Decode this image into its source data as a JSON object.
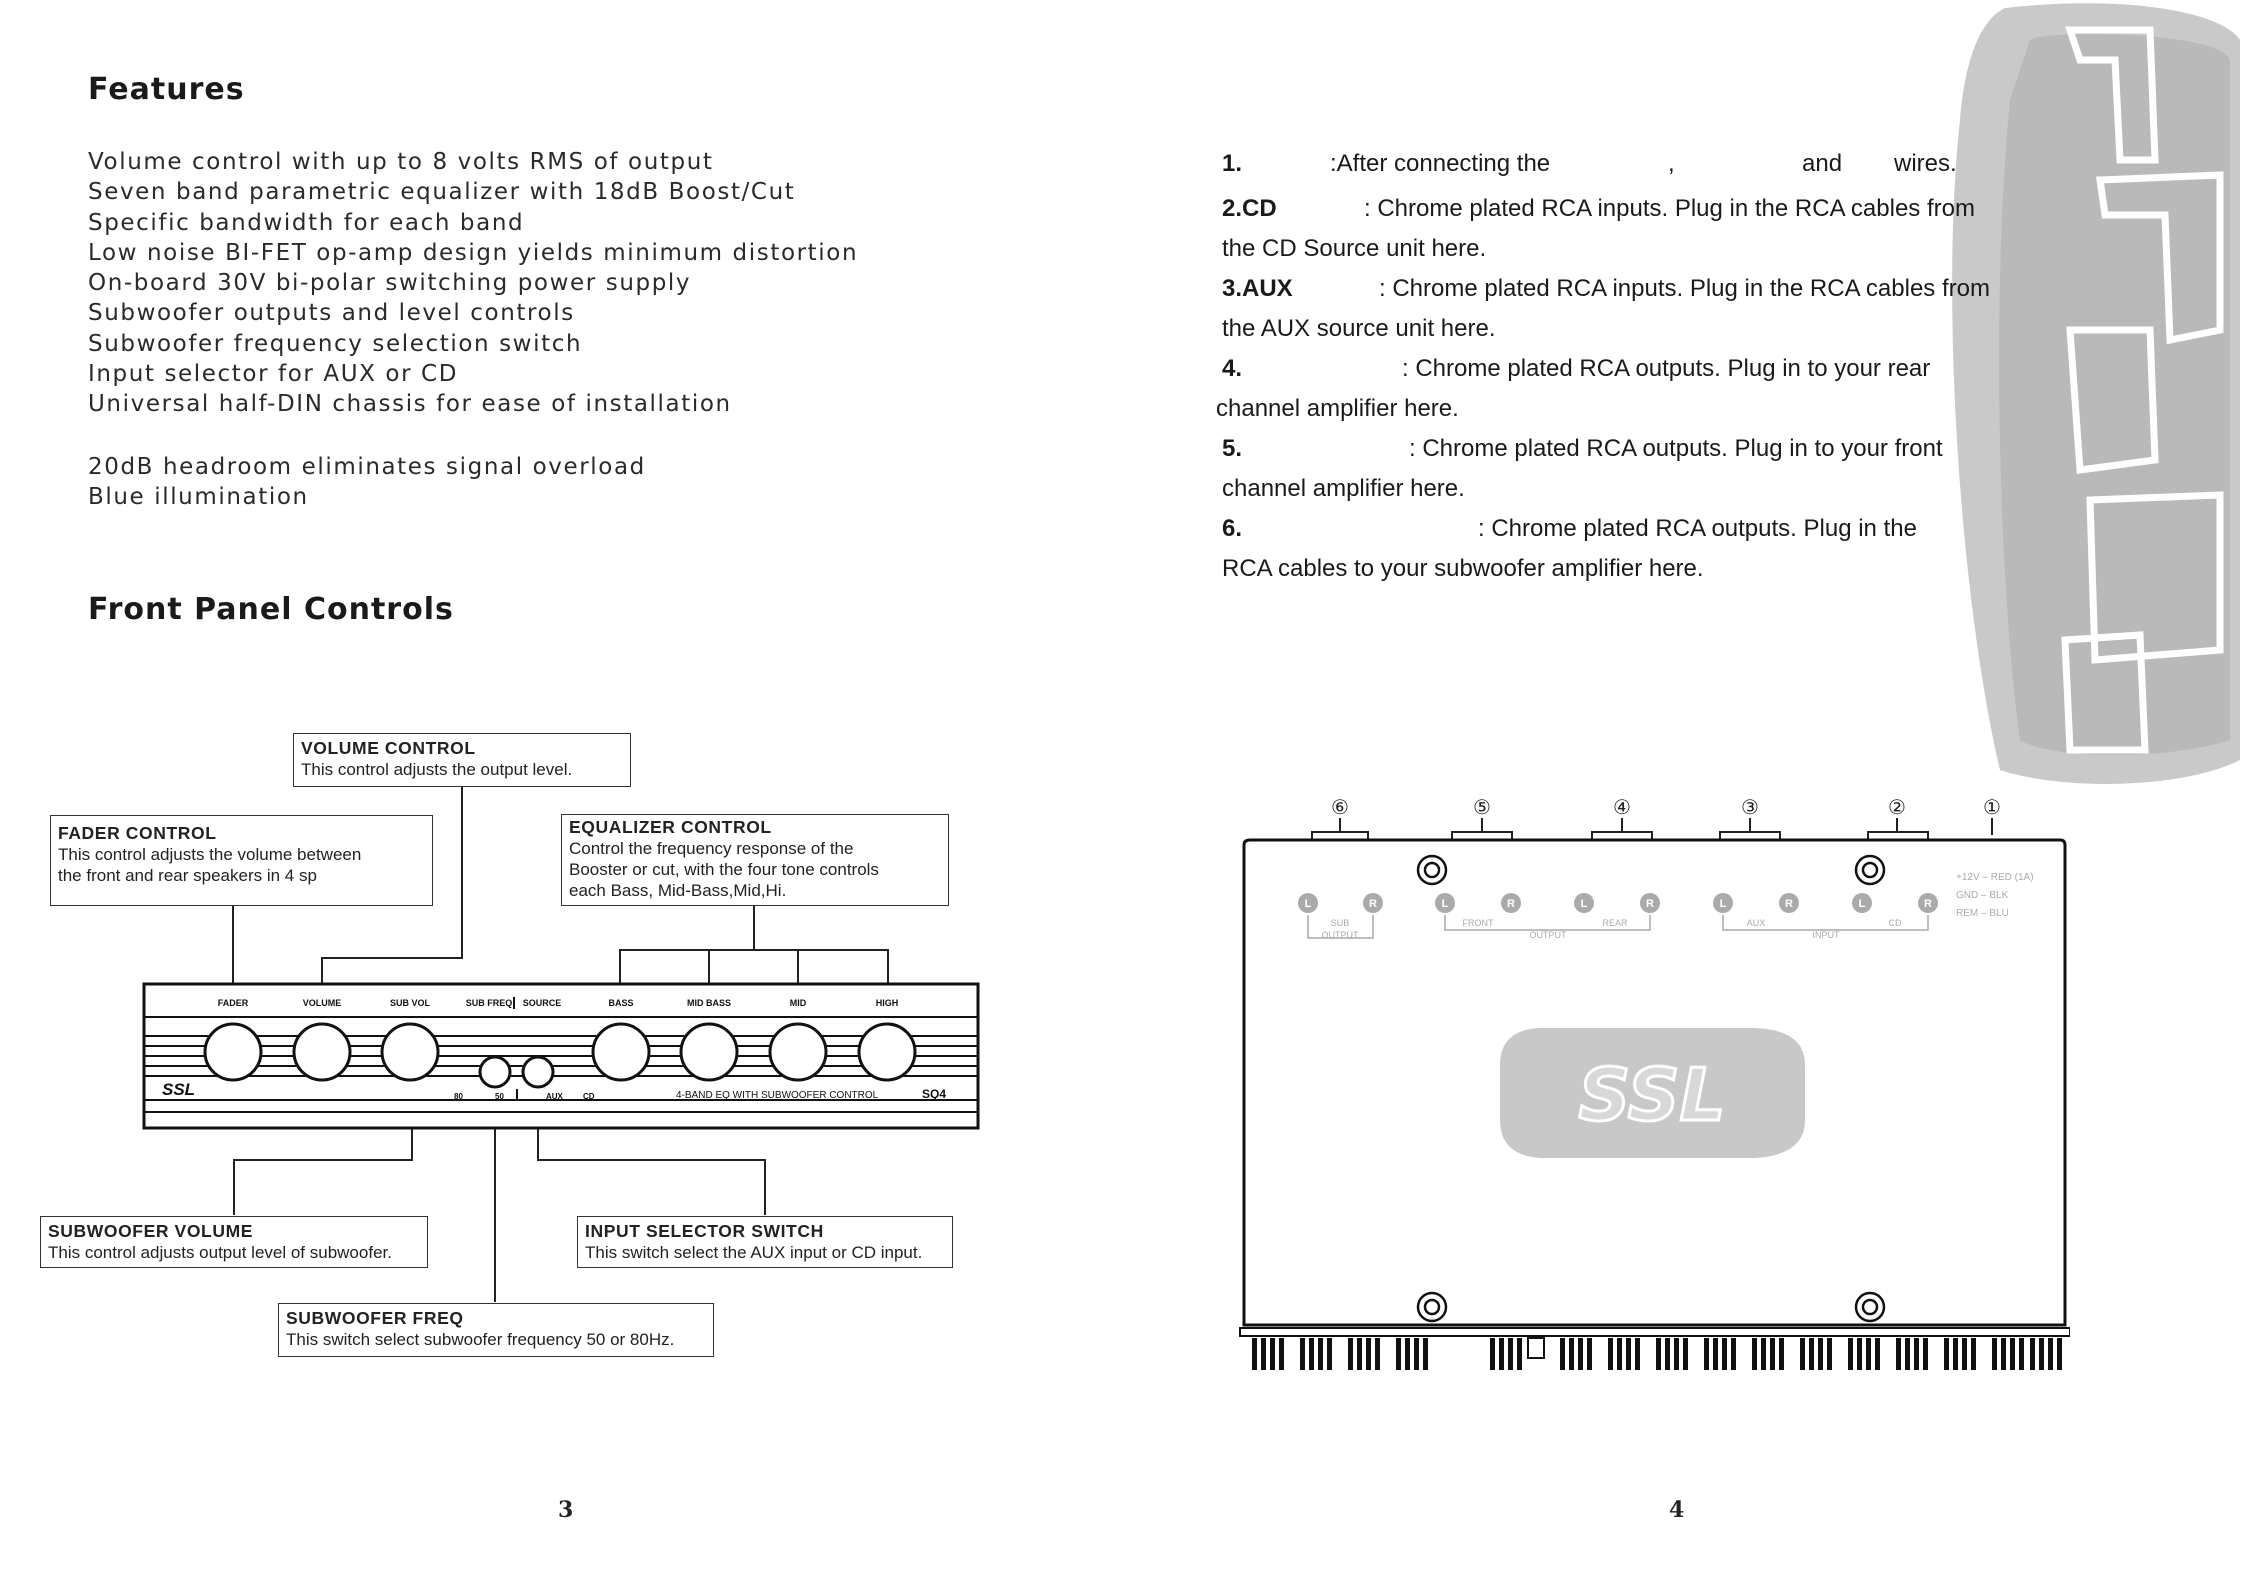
{
  "left_page": {
    "features_title": "Features",
    "features": [
      "Volume control with up to 8 volts RMS of output",
      "Seven band parametric equalizer with 18dB Boost/Cut",
      "Specific bandwidth for each band",
      "Low noise BI-FET op-amp design yields minimum distortion",
      "On-board 30V bi-polar switching power supply",
      "Subwoofer outputs and level controls",
      "Subwoofer frequency selection switch",
      "Input selector for AUX or CD",
      "Universal half-DIN chassis for ease of installation"
    ],
    "features_extra": [
      "20dB headroom eliminates signal overload",
      "Blue illumination"
    ],
    "controls_title": "Front Panel Controls",
    "callouts": {
      "volume": {
        "title": "VOLUME CONTROL",
        "text": "This control adjusts the output level."
      },
      "fader": {
        "title": "FADER  CONTROL",
        "lines": [
          "This control adjusts the volume between",
          "the front and rear speakers in 4 sp"
        ]
      },
      "equalizer": {
        "title": "EQUALIZER CONTROL",
        "lines": [
          "Control the frequency response of the",
          "Booster or cut, with the four tone controls",
          "each Bass, Mid-Bass,Mid,Hi."
        ]
      },
      "sub_volume": {
        "title": "SUBWOOFER VOLUME",
        "text": "This control adjusts output level of subwoofer."
      },
      "input_selector": {
        "title": "INPUT SELECTOR SWITCH",
        "text": "This switch select the AUX input or CD input."
      },
      "sub_freq": {
        "title": "SUBWOOFER FREQ",
        "text": "This switch select subwoofer frequency 50 or 80Hz."
      }
    },
    "panel": {
      "labels": [
        "FADER",
        "VOLUME",
        "SUB VOL",
        "SUB FREQ",
        "SOURCE",
        "BASS",
        "MID BASS",
        "MID",
        "HIGH"
      ],
      "brand": "SSL",
      "switch_text_1": "80",
      "switch_text_2": "50",
      "switch_text_3": "AUX",
      "switch_text_4": "CD",
      "model_desc": "4-BAND EQ WITH SUBWOOFER CONTROL",
      "model": "SQ4"
    },
    "page_number": "3"
  },
  "right_page": {
    "items": [
      {
        "num": "1.",
        "text": ":After connecting the",
        "tail": ",",
        "and": "and",
        "wires": "wires."
      },
      {
        "num": "2.CD",
        "text": ": Chrome plated RCA inputs. Plug in the RCA cables from",
        "line2": "the CD Source unit here."
      },
      {
        "num": "3.AUX",
        "text": ": Chrome plated RCA inputs. Plug in the RCA cables from",
        "line2": "the AUX  source unit here."
      },
      {
        "num": "4.",
        "text": ": Chrome plated RCA outputs. Plug in to your rear",
        "line2": "channel amplifier here."
      },
      {
        "num": "5.",
        "text": ": Chrome plated RCA outputs. Plug in to your front",
        "line2": " channel amplifier here."
      },
      {
        "num": "6.",
        "text": ": Chrome plated RCA outputs. Plug in the",
        "line2": "RCA cables to your subwoofer amplifier here."
      }
    ],
    "rear_panel": {
      "markers": [
        "⑥",
        "⑤",
        "④",
        "③",
        "②",
        "①"
      ],
      "jack_l": "L",
      "jack_r": "R",
      "sub_label": "SUB",
      "output_label_small": "OUTPUT",
      "front": "FRONT",
      "rear": "REAR",
      "output": "OUTPUT",
      "aux": "AUX",
      "cd": "CD",
      "input": "INPUT",
      "power": [
        "+12V – RED (1A)",
        "GND – BLK",
        "REM – BLU"
      ],
      "logo": "SSL"
    },
    "watermark": "SSL",
    "page_number": "4"
  }
}
